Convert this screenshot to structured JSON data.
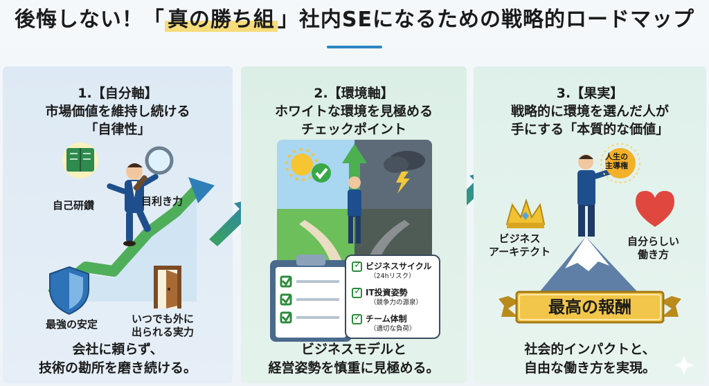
{
  "title": {
    "before": "後悔しない！「",
    "highlight": "真の勝ち組",
    "after": "」社内SEになるための戦略的ロードマップ"
  },
  "panels": [
    {
      "heading": [
        "1.【自分軸】",
        "市場価値を維持し続ける",
        "「自律性」"
      ],
      "labels": {
        "self_study": "自己研鑽",
        "discernment": "目利き力",
        "strongest_stability": "最強の安定",
        "exit_ability": [
          "いつでも外に",
          "出られる実力"
        ]
      },
      "footer": [
        "会社に頼らず、",
        "技術の勘所を磨き続ける。"
      ]
    },
    {
      "heading": [
        "2.【環境軸】",
        "ホワイトな環境を見極める",
        "チェックポイント"
      ],
      "checklist": [
        {
          "title": "ビジネスサイクル",
          "sub": "（24hリスク）"
        },
        {
          "title": "IT投資姿勢",
          "sub": "（競争力の源泉）"
        },
        {
          "title": "チーム体制",
          "sub": "（適切な負荷）"
        }
      ],
      "footer": [
        "ビジネスモデルと",
        "経営姿勢を慎重に見極める。"
      ]
    },
    {
      "heading": [
        "3.【果実】",
        "戦略的に環境を選んだ人が",
        "手にする「本質的な価値」"
      ],
      "labels": {
        "orb": [
          "人生の",
          "主導権"
        ],
        "architect": [
          "ビジネス",
          "アーキテクト"
        ],
        "own_style": [
          "自分らしい",
          "働き方"
        ]
      },
      "banner": "最高の報酬",
      "footer": [
        "社会的インパクトと、",
        "自由な働き方を実現。"
      ]
    }
  ],
  "colors": {
    "accent": "#2e86c1",
    "highlight": "#f6dc7a",
    "gold": "#d9a520",
    "check_green": "#2e8b3d",
    "arrow_green": "#3aa35a",
    "suit": "#1f4e8c"
  },
  "icons": [
    "book-icon",
    "magnifier-icon",
    "shield-icon",
    "door-icon",
    "sun-icon",
    "storm-icon",
    "check-circle-icon",
    "clipboard-icon",
    "crown-icon",
    "heart-icon",
    "mountain-icon",
    "orb-icon",
    "sparkle-icon"
  ]
}
